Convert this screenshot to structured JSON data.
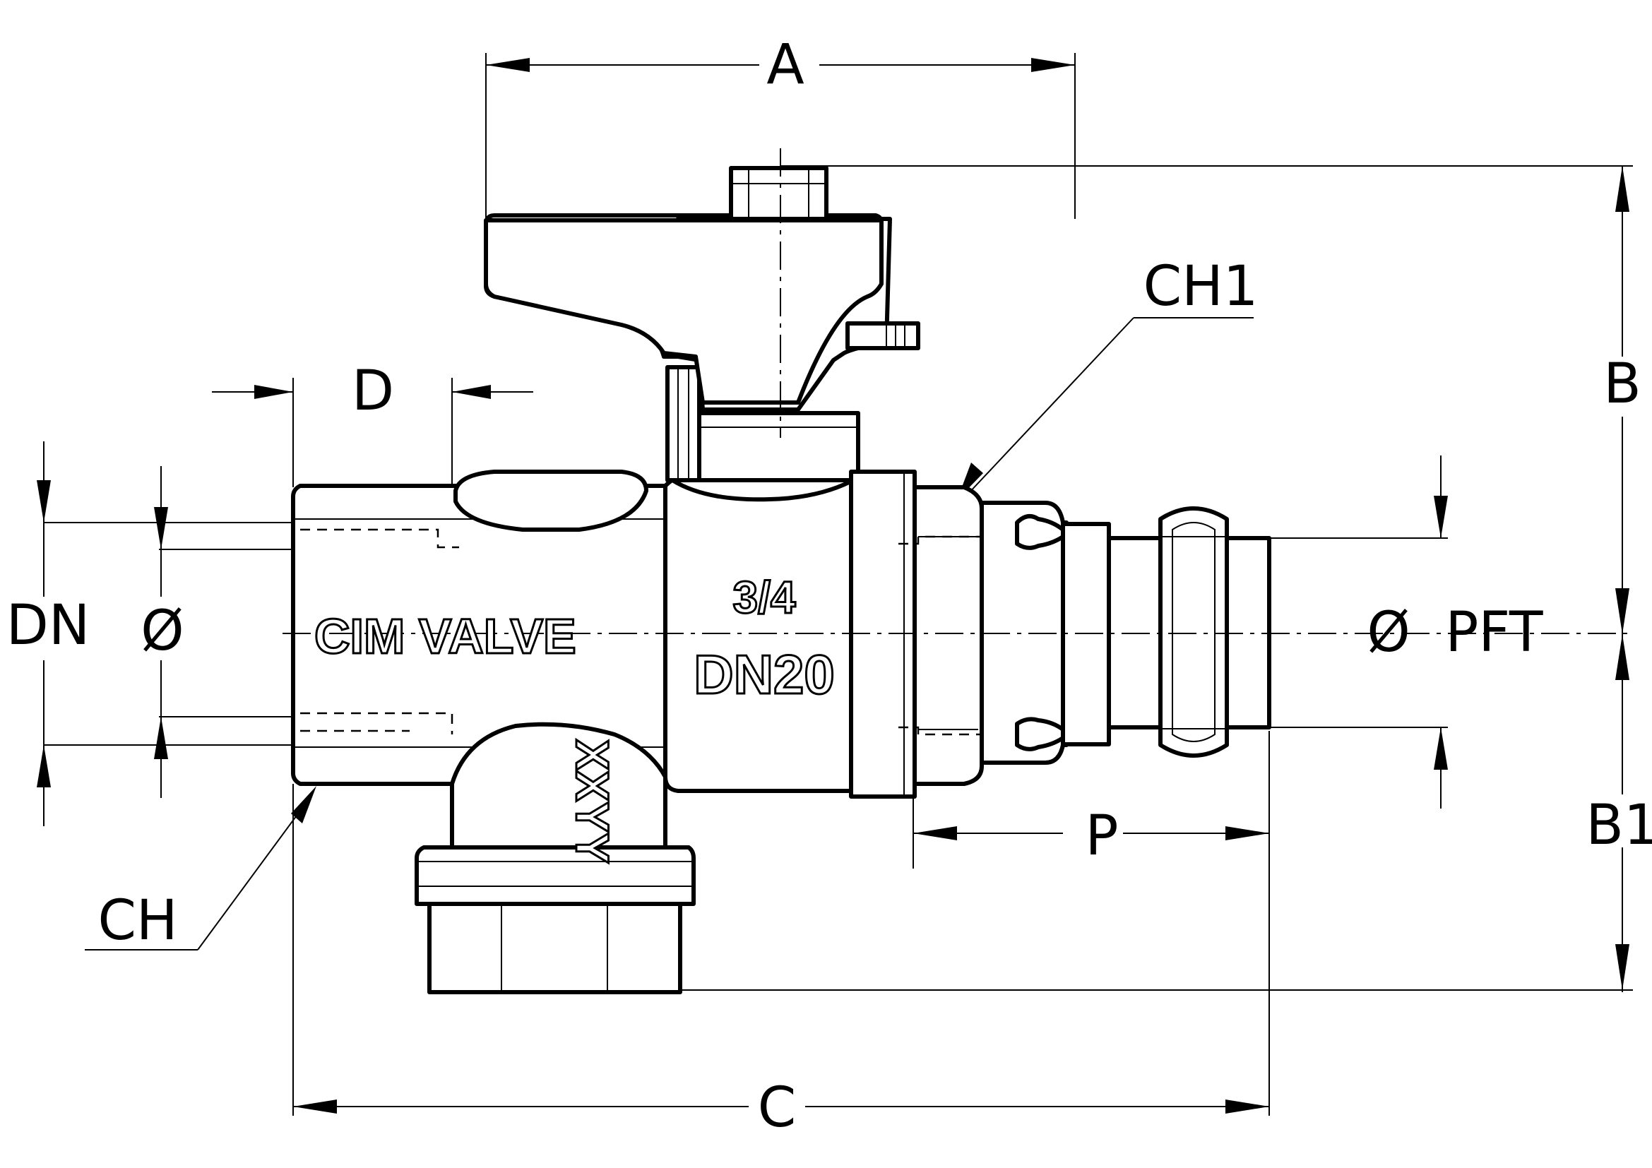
{
  "labels": {
    "A": "A",
    "B": "B",
    "B1": "B1",
    "C": "C",
    "D": "D",
    "DN": "DN",
    "diameter": "Ø",
    "CH": "CH",
    "CH1": "CH1",
    "P": "P",
    "diameter_pft": "Ø  PFT"
  },
  "markings": {
    "brand": "CIM VALVE",
    "size": "3/4",
    "nominal": "DN20",
    "code": "XXYY"
  },
  "colors": {
    "line": "#000000",
    "background": "#ffffff"
  }
}
